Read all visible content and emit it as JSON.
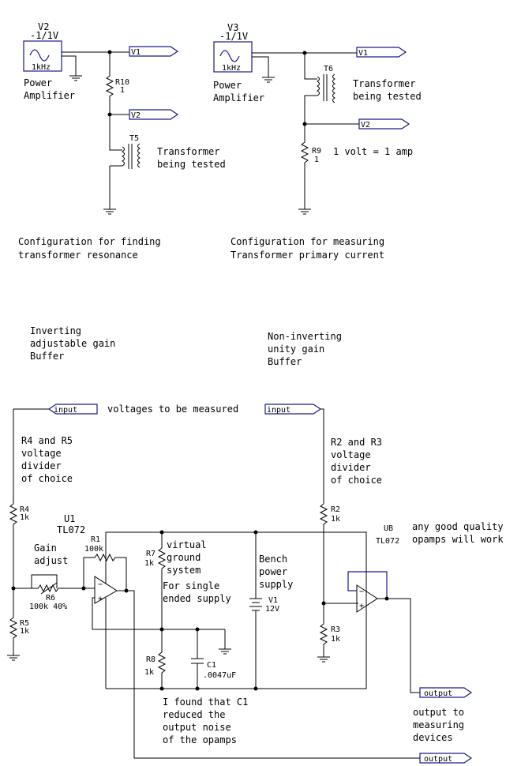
{
  "top_left": {
    "source_name": "V2",
    "source_value": "-1/1V",
    "source_freq": "1kHz",
    "source_caption": [
      "Power",
      "Amplifier"
    ],
    "port1": "V1",
    "port2": "V2",
    "resistor_name": "R10",
    "resistor_value": "1",
    "transformer_name": "T5",
    "transformer_caption": [
      "Transformer",
      "being tested"
    ],
    "config_caption": [
      "Configuration for finding",
      "transformer resonance"
    ]
  },
  "top_right": {
    "source_name": "V3",
    "source_value": "-1/1V",
    "source_freq": "1kHz",
    "source_caption": [
      "Power",
      "Amplifier"
    ],
    "port1": "V1",
    "port2": "V2",
    "transformer_name": "T6",
    "transformer_caption": [
      "Transformer",
      "being tested"
    ],
    "resistor_name": "R9",
    "resistor_value": "1",
    "scale_note": "1 volt = 1 amp",
    "config_caption": [
      "Configuration for measuring",
      "Transformer primary current"
    ]
  },
  "bottom_left_title": [
    "Inverting",
    "adjustable gain",
    "Buffer"
  ],
  "bottom_right_title": [
    "Non-inverting",
    "unity gain",
    "Buffer"
  ],
  "bottom": {
    "input_left": "input",
    "input_right": "input",
    "input_note": "voltages to be measured",
    "r4r5_note": [
      "R4 and R5",
      "voltage",
      "divider",
      "of choice"
    ],
    "r2r3_note": [
      "R2 and R3",
      "voltage",
      "divider",
      "of choice"
    ],
    "r4": {
      "name": "R4",
      "value": "1k"
    },
    "r5": {
      "name": "R5",
      "value": "1k"
    },
    "u1": {
      "name": "U1",
      "part": "TL072"
    },
    "r1": {
      "name": "R1",
      "value": "100k"
    },
    "gain_label": [
      "Gain",
      "adjust"
    ],
    "r6": {
      "name": "R6",
      "value": "100k 40%"
    },
    "r7": {
      "name": "R7",
      "value": "1k"
    },
    "r8": {
      "name": "R8",
      "value": "1k"
    },
    "vg_note": [
      "virtual",
      "ground",
      "system"
    ],
    "single_note": [
      "For single",
      "ended supply"
    ],
    "bench_note": [
      "Bench",
      "power",
      "supply"
    ],
    "v1": {
      "name": "V1",
      "value": "12V"
    },
    "c1": {
      "name": "C1",
      "value": ".0047uF"
    },
    "c1_note": [
      "I found that C1",
      "reduced the",
      "output noise",
      "of the opamps"
    ],
    "r2": {
      "name": "R2",
      "value": "1k"
    },
    "r3": {
      "name": "R3",
      "value": "1k"
    },
    "ub": {
      "name": "UB",
      "part": "TL072"
    },
    "opamp_note": [
      "any good quality",
      "opamps will work"
    ],
    "output_right": "output",
    "output_note": [
      "output to",
      "measuring",
      "devices"
    ],
    "output_bottom": "output"
  }
}
